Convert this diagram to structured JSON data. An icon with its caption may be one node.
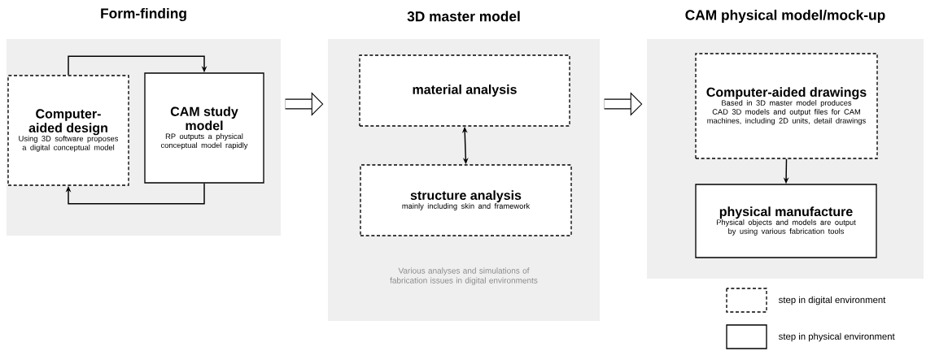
{
  "diagram": {
    "nodes": [
      {
        "text": [
          "Form-finding"
        ]
      },
      {
        "text": [
          "Computer-aided design",
          "Using 3D software proposes a digital conceptual model"
        ],
        "in": 0
      },
      {
        "text": [
          "CAM study model",
          "RP outputs a physical conceptual model rapidly"
        ],
        "in": 0
      },
      {
        "text": [
          "3D master model",
          "Various analyses and simulations of fabrication issues in digital environments"
        ]
      },
      {
        "text": [
          "material analysis"
        ],
        "in": 3
      },
      {
        "text": [
          "structure analysis",
          "mainly including skin and framework"
        ],
        "in": 3
      },
      {
        "text": [
          "CAM physical model/mock-up"
        ]
      },
      {
        "text": [
          "Computer-aided drawings",
          "Based in 3D master model produces CAD 3D models and output files for CAM machines, including 2D units, detail drawings"
        ],
        "in": 6
      },
      {
        "text": [
          "physical manufacture",
          "Physical objects and models are output by using various fabrication tools"
        ],
        "in": 6
      }
    ],
    "edges": [
      {
        "from": 1,
        "to": 2,
        "arrow": "to"
      },
      {
        "from": 2,
        "to": 1,
        "arrow": "to"
      },
      {
        "from": 0,
        "to": 3,
        "arrow": "to",
        "style": "thick"
      },
      {
        "from": 4,
        "to": 5,
        "arrow": "both"
      },
      {
        "from": 3,
        "to": 6,
        "arrow": "to",
        "style": "thick"
      },
      {
        "from": 7,
        "to": 8,
        "arrow": "to"
      }
    ],
    "legend": [
      {
        "text": "step in digital environment"
      },
      {
        "text": "step in physical environment"
      }
    ]
  }
}
